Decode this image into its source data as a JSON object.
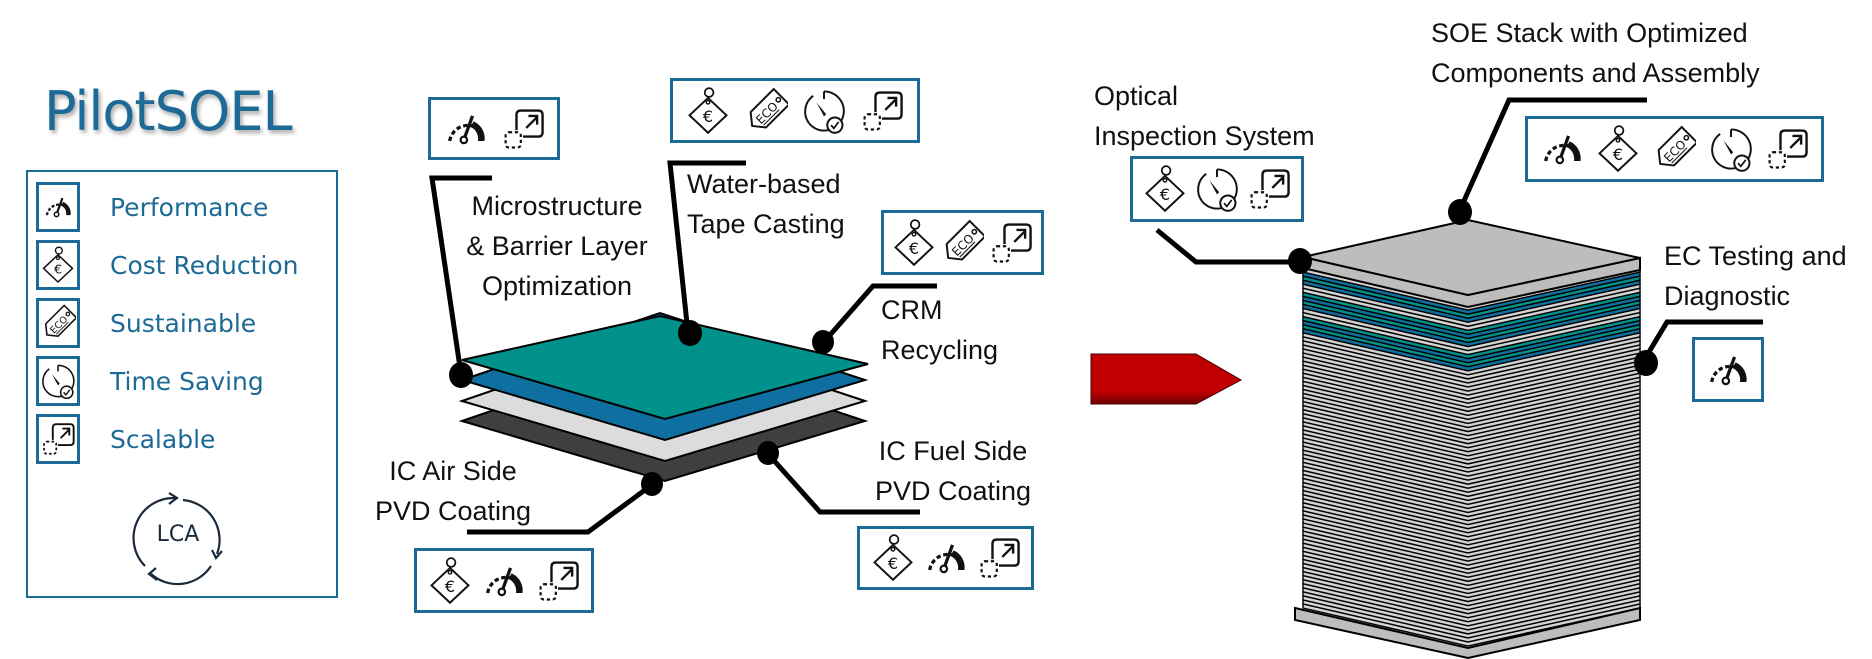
{
  "title": "PilotSOEL",
  "legend": {
    "items": [
      {
        "icon": "speedometer-icon",
        "label": "Performance"
      },
      {
        "icon": "euro-price-tag-icon",
        "label": "Cost Reduction"
      },
      {
        "icon": "eco-tag-icon",
        "label": "Sustainable"
      },
      {
        "icon": "clock-check-icon",
        "label": "Time Saving"
      },
      {
        "icon": "scale-up-icon",
        "label": "Scalable"
      }
    ],
    "lca_label": "LCA"
  },
  "cell_labels": {
    "microstructure": [
      "Microstructure",
      "& Barrier Layer",
      "Optimization"
    ],
    "tape_casting": [
      "Water-based",
      "Tape Casting"
    ],
    "crm": [
      "CRM",
      "Recycling"
    ],
    "ic_air": [
      "IC Air Side",
      "PVD Coating"
    ],
    "ic_fuel": [
      "IC Fuel Side",
      "PVD Coating"
    ]
  },
  "stack_labels": {
    "optical": [
      "Optical",
      "Inspection System"
    ],
    "soe_stack": [
      "SOE Stack with Optimized",
      "Components and Assembly"
    ],
    "ec_testing": [
      "EC Testing and",
      "Diagnostic"
    ]
  },
  "icon_groups": {
    "microstructure": [
      "speedometer-icon",
      "scale-up-icon"
    ],
    "tape_casting": [
      "euro-price-tag-icon",
      "eco-tag-icon",
      "clock-check-icon",
      "scale-up-icon"
    ],
    "crm": [
      "euro-price-tag-icon",
      "eco-tag-icon",
      "scale-up-icon"
    ],
    "ic_air": [
      "euro-price-tag-icon",
      "speedometer-icon",
      "scale-up-icon"
    ],
    "ic_fuel": [
      "euro-price-tag-icon",
      "speedometer-icon",
      "scale-up-icon"
    ],
    "optical": [
      "euro-price-tag-icon",
      "clock-check-icon",
      "scale-up-icon"
    ],
    "soe_stack": [
      "speedometer-icon",
      "euro-price-tag-icon",
      "eco-tag-icon",
      "clock-check-icon",
      "scale-up-icon"
    ],
    "ec_testing": [
      "speedometer-icon"
    ]
  },
  "colors": {
    "brand_blue": "#1d6a96",
    "layer_teal": "#00918a",
    "layer_blue": "#0f6fa0",
    "layer_light": "#dcdcdc",
    "layer_dark": "#3f3f3f",
    "arrow_red": "#c00000",
    "plate_gray": "#bfbdbb"
  }
}
